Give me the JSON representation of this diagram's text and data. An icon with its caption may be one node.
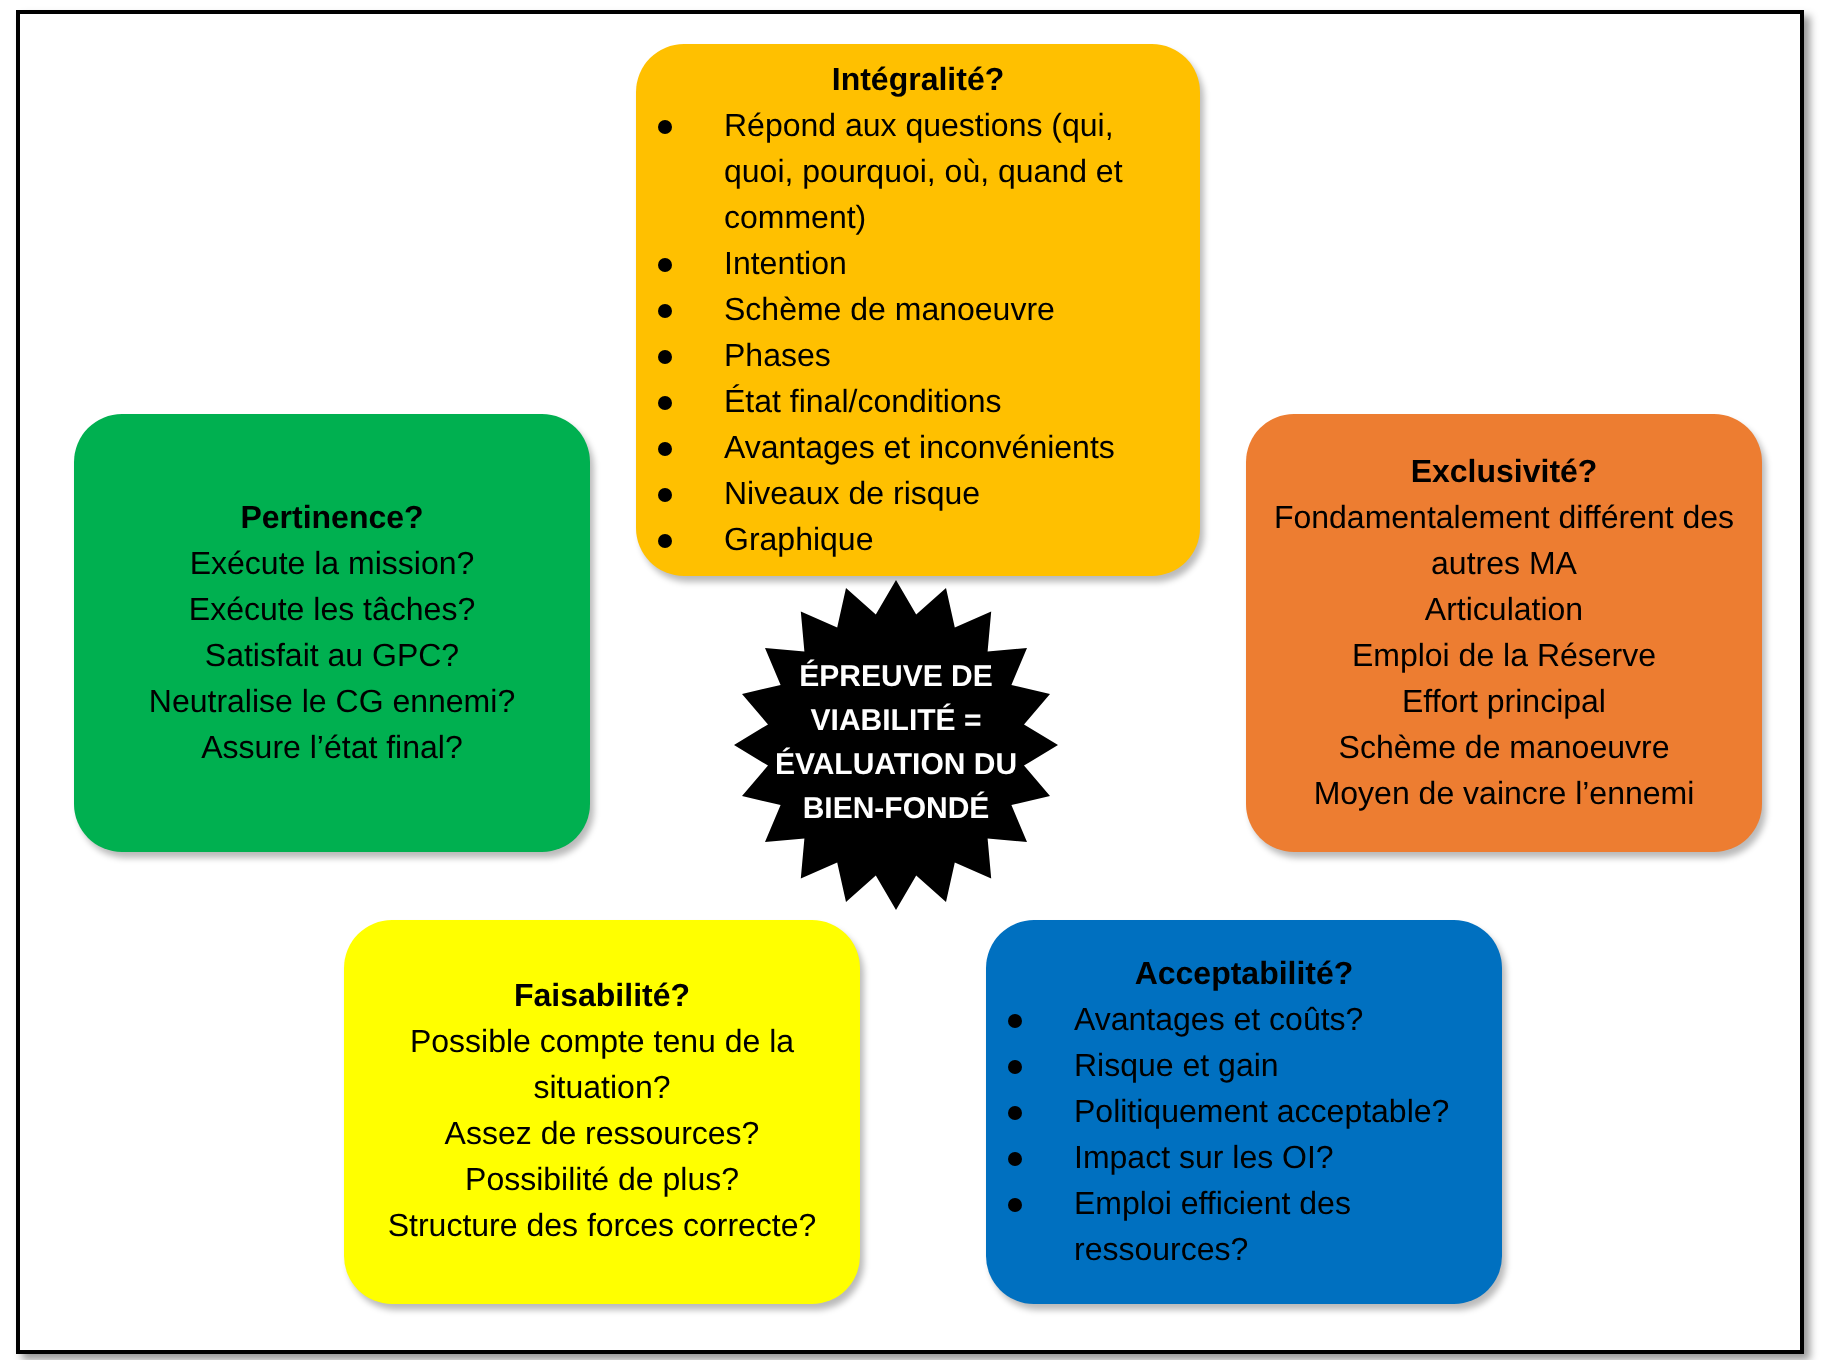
{
  "diagram": {
    "nodes": [
      {
        "text": [
          "Intégralité?",
          "Répond aux questions (qui, quoi, pourquoi, où, quand et comment)",
          "Intention",
          "Schème de manoeuvre",
          "Phases",
          "État final/conditions",
          "Avantages et inconvénients",
          "Niveaux de risque",
          "Graphique"
        ]
      },
      {
        "text": [
          "Pertinence?",
          "Exécute la mission?",
          "Exécute les tâches?",
          "Satisfait au GPC?",
          "Neutralise le CG ennemi?",
          "Assure l’état final?"
        ]
      },
      {
        "text": [
          "Exclusivité?",
          "Fondamentalement différent des autres MA",
          "Articulation",
          "Emploi de la Réserve",
          "Effort principal",
          "Schème de manoeuvre",
          "Moyen de vaincre l’ennemi"
        ]
      },
      {
        "text": [
          "ÉPREUVE DE VIABILITÉ = ÉVALUATION DU BIEN-FONDÉ"
        ]
      },
      {
        "text": [
          "Faisabilité?",
          "Possible compte tenu de la situation?",
          "Assez de ressources?",
          "Possibilité de plus?",
          "Structure des forces correcte?"
        ]
      },
      {
        "text": [
          "Acceptabilité?",
          "Avantages et coûts?",
          "Risque et gain",
          "Politiquement acceptable?",
          "Impact sur les OI?",
          "Emploi efficient des ressources?"
        ]
      }
    ]
  }
}
